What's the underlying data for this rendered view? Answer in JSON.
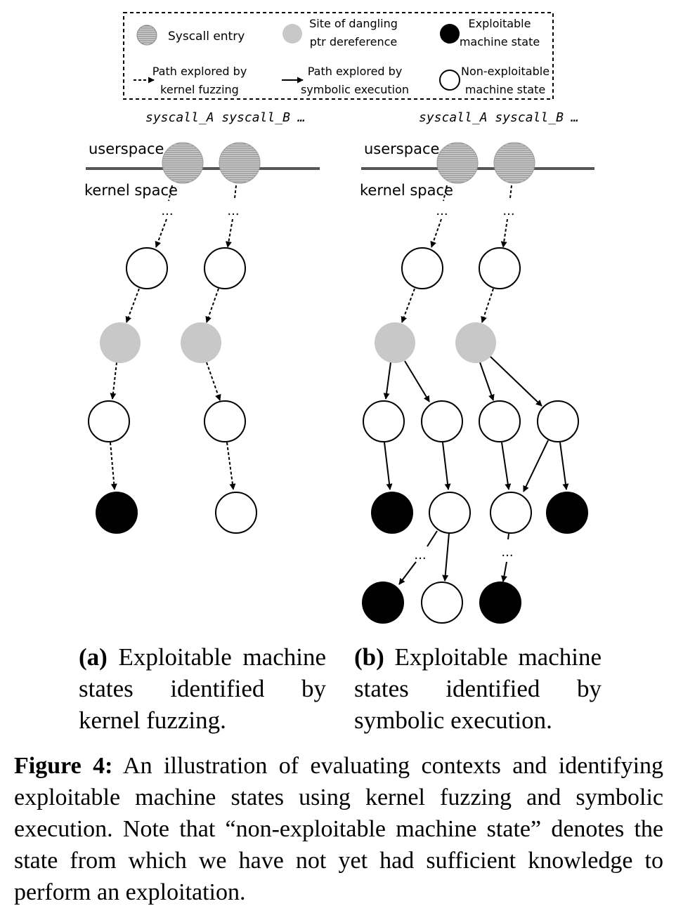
{
  "legend": {
    "syscall_entry": "Syscall entry",
    "dangling_line1": "Site of dangling",
    "dangling_line2": "ptr dereference",
    "exploitable_line1": "Exploitable",
    "exploitable_line2": "machine state",
    "fuzz_line1": "Path explored by",
    "fuzz_line2": "kernel fuzzing",
    "symexec_line1": "Path explored by",
    "symexec_line2": "symbolic execution",
    "nonexploit_line1": "Non-exploitable",
    "nonexploit_line2": "machine state"
  },
  "panel_a": {
    "syscalls": "syscall_A syscall_B …",
    "userspace": "userspace",
    "kernelspace": "kernel space",
    "caption_label": "(a)",
    "caption_text": "Exploitable machine states identified by kernel fuzzing."
  },
  "panel_b": {
    "syscalls": "syscall_A syscall_B …",
    "userspace": "userspace",
    "kernelspace": "kernel space",
    "caption_label": "(b)",
    "caption_text": "Exploitable machine states identified by symbolic execution."
  },
  "ellipsis": "...",
  "figure_caption": {
    "label": "Figure 4:",
    "text": "An illustration of evaluating contexts and identifying exploitable machine states using kernel fuzzing and symbolic execution. Note that “non-exploitable machine state” denotes the state from which we have not yet had sufficient knowledge to perform an exploitation."
  },
  "colors": {
    "line": "#000000",
    "dangling_fill": "#c8c8c8",
    "syscall_fill": "#b4b4b4",
    "exploitable_fill": "#000000",
    "nonexploit_fill": "#ffffff",
    "boundary": "#555555"
  }
}
